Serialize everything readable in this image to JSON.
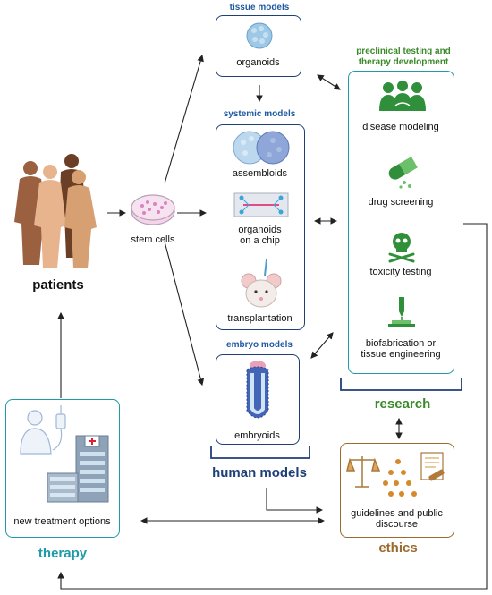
{
  "tissue": {
    "title": "tissue models",
    "label": "organoids"
  },
  "systemic": {
    "title": "systemic models",
    "items": [
      "assembloids",
      "organoids\non a chip",
      "transplantation"
    ]
  },
  "embryo": {
    "title": "embryo models",
    "label": "embryoids"
  },
  "human_models": "human models",
  "preclinical": {
    "title": "preclinical testing and\ntherapy development",
    "items": [
      "disease modeling",
      "drug screening",
      "toxicity testing",
      "biofabrication or\ntissue engineering"
    ]
  },
  "research": "research",
  "ethics": {
    "label": "guidelines and public\ndiscourse",
    "title": "ethics"
  },
  "therapy": {
    "label": "new treatment options",
    "title": "therapy"
  },
  "patients": "patients",
  "stem_cells": "stem cells",
  "colors": {
    "teal": "#1e9ba8",
    "navy": "#1f3f78",
    "green": "#3a8a2a",
    "brown": "#9a6a2e",
    "gray_line": "#222222"
  },
  "icons": [
    "organoid-icon",
    "assembloid-icon",
    "organ-chip-icon",
    "mouse-icon",
    "embryoid-icon",
    "people-dna-icon",
    "pills-icon",
    "skull-crossbones-icon",
    "bioprinter-icon",
    "scales-icon",
    "community-icon",
    "document-gavel-icon",
    "patient-bed-icon",
    "hospital-icon",
    "patients-group-icon",
    "petri-dish-icon"
  ]
}
